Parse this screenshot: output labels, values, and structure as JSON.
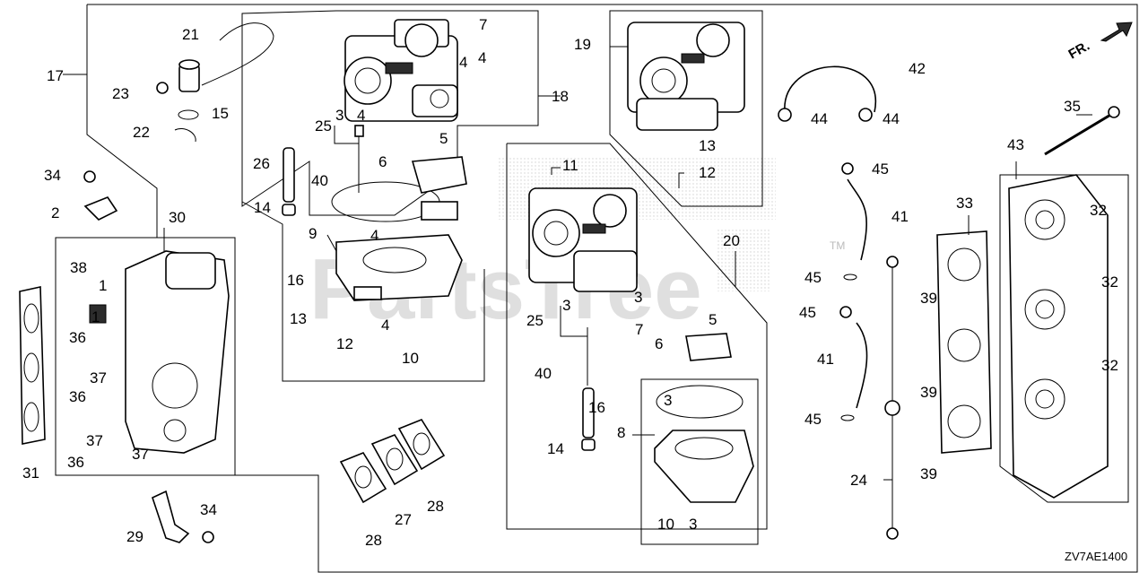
{
  "diagram": {
    "callouts": [
      "1",
      "2",
      "3",
      "4",
      "5",
      "6",
      "7",
      "8",
      "9",
      "10",
      "11",
      "12",
      "13",
      "14",
      "15",
      "16",
      "17",
      "18",
      "19",
      "20",
      "21",
      "22",
      "23",
      "24",
      "25",
      "26",
      "27",
      "28",
      "29",
      "30",
      "31",
      "32",
      "33",
      "34",
      "35",
      "36",
      "37",
      "38",
      "39",
      "40",
      "41",
      "42",
      "43",
      "44",
      "45"
    ],
    "front_indicator": "FR.",
    "watermark": "PartsTree",
    "trademark": "TM",
    "diagram_code": "ZV7AE1400"
  }
}
